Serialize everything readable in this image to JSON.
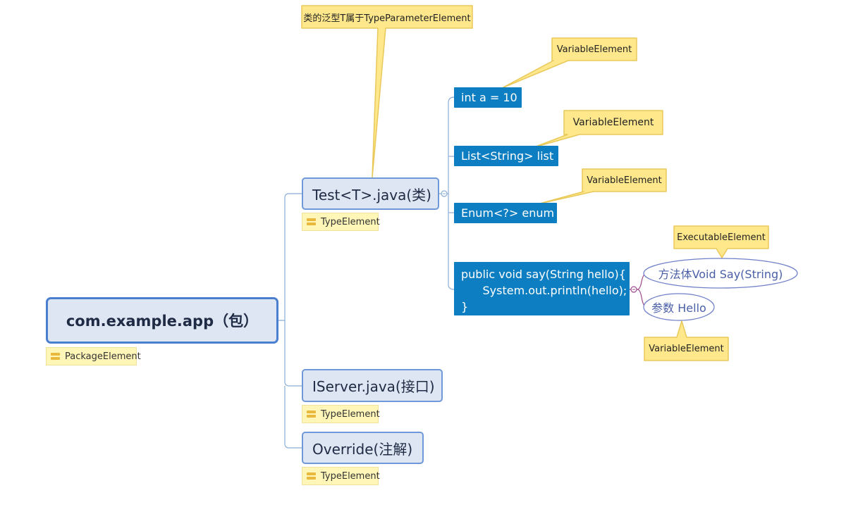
{
  "root": {
    "label": "com.example.app（包）",
    "tag": "PackageElement"
  },
  "types": [
    {
      "label": "Test<T>.java(类)",
      "tag": "TypeElement"
    },
    {
      "label": "IServer.java(接口)",
      "tag": "TypeElement"
    },
    {
      "label": "Override(注解)",
      "tag": "TypeElement"
    }
  ],
  "members": [
    {
      "label": "int a = 10",
      "callout": "VariableElement"
    },
    {
      "label": "List<String> list",
      "callout": "VariableElement"
    },
    {
      "label": "Enum<?> enum",
      "callout": "VariableElement"
    },
    {
      "label": "public void say(String hello){\n      System.out.println(hello);\n}",
      "callout": "ExecutableElement"
    }
  ],
  "method_parts": [
    {
      "label": "方法体Void Say(String)"
    },
    {
      "label": "参数 Hello",
      "callout": "VariableElement"
    }
  ],
  "type_param_callout": "类的泛型T属于TypeParameterElement",
  "colors": {
    "root_border": "#4a7fd0",
    "node_fill": "#dde6f2",
    "member_fill": "#0e7ec2",
    "callout_fill": "#ffe88c",
    "callout_stroke": "#e9c85a",
    "tag_fill": "#fff6b8",
    "tag_icon": "#e8b93c",
    "connector": "#8aaed6",
    "ellipse_stroke": "#6f7fc8"
  }
}
